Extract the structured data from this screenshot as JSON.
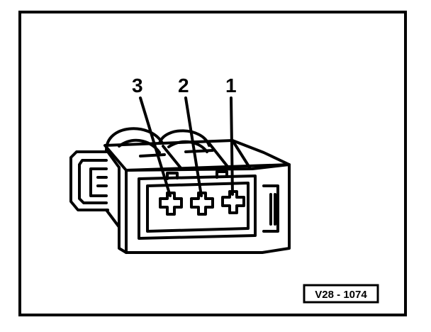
{
  "diagram": {
    "callouts": [
      {
        "id": "3",
        "label": "3"
      },
      {
        "id": "2",
        "label": "2"
      },
      {
        "id": "1",
        "label": "1"
      }
    ],
    "reference_code": "V28 - 1074"
  }
}
